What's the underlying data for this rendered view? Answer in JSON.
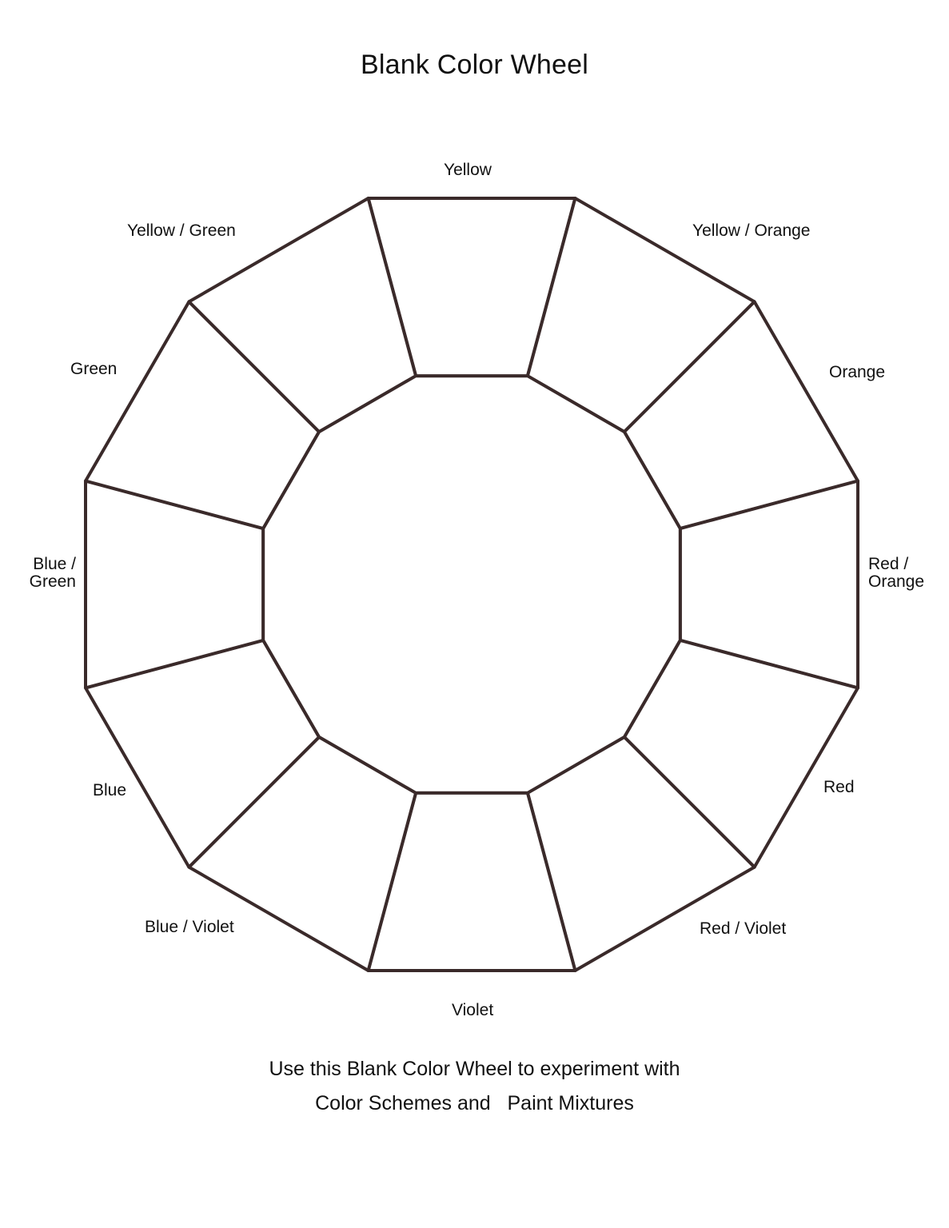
{
  "title": "Blank Color Wheel",
  "segments": [
    {
      "label": "Yellow"
    },
    {
      "label": "Yellow / Orange"
    },
    {
      "label": "Orange"
    },
    {
      "label": "Red / Orange"
    },
    {
      "label": "Red"
    },
    {
      "label": "Red / Violet"
    },
    {
      "label": "Violet"
    },
    {
      "label": "Blue / Violet"
    },
    {
      "label": "Blue"
    },
    {
      "label": "Blue / Green"
    },
    {
      "label": "Green"
    },
    {
      "label": "Yellow / Green"
    }
  ],
  "labels": {
    "red_orange_line1": "Red /",
    "red_orange_line2": "Orange",
    "blue_green_line1": "Blue /",
    "blue_green_line2": "Green"
  },
  "caption": {
    "line1": "Use this Blank Color Wheel to experiment with",
    "line2": "Color Schemes and   Paint Mixtures"
  },
  "colors": {
    "outline": "#3a2a2a",
    "text": "#111111",
    "background": "#ffffff"
  }
}
